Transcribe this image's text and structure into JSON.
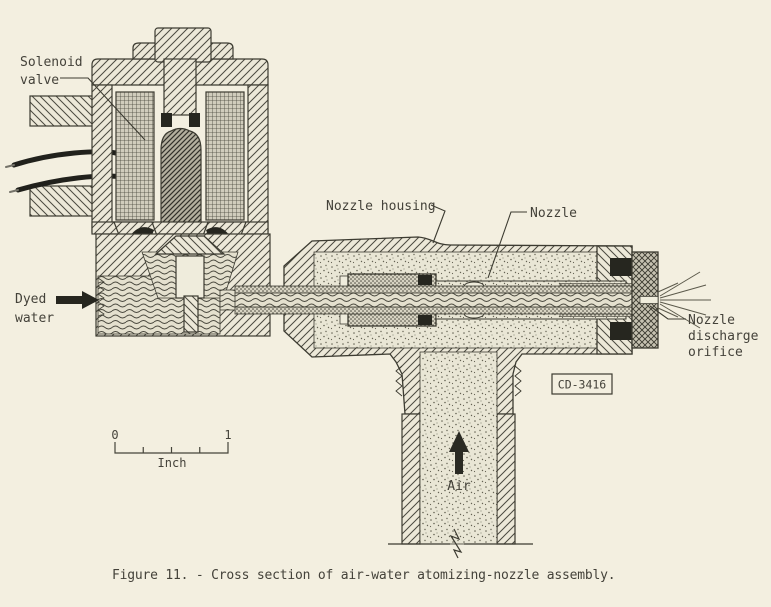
{
  "figure": {
    "caption": "Figure 11. - Cross section of air-water atomizing-nozzle assembly.",
    "drawing_number": "CD-3416"
  },
  "labels": {
    "solenoid_valve": [
      "Solenoid",
      "valve"
    ],
    "dyed_water": [
      "Dyed",
      "water"
    ],
    "nozzle_housing": "Nozzle housing",
    "nozzle": "Nozzle",
    "nozzle_discharge_orifice": [
      "Nozzle",
      "discharge",
      "orifice"
    ],
    "air": "Air"
  },
  "scale_bar": {
    "start": "0",
    "end": "1",
    "unit": "Inch"
  },
  "colors": {
    "paper": "#f3efe0",
    "ink": "#3c3b31",
    "black_fill": "#26261f"
  }
}
